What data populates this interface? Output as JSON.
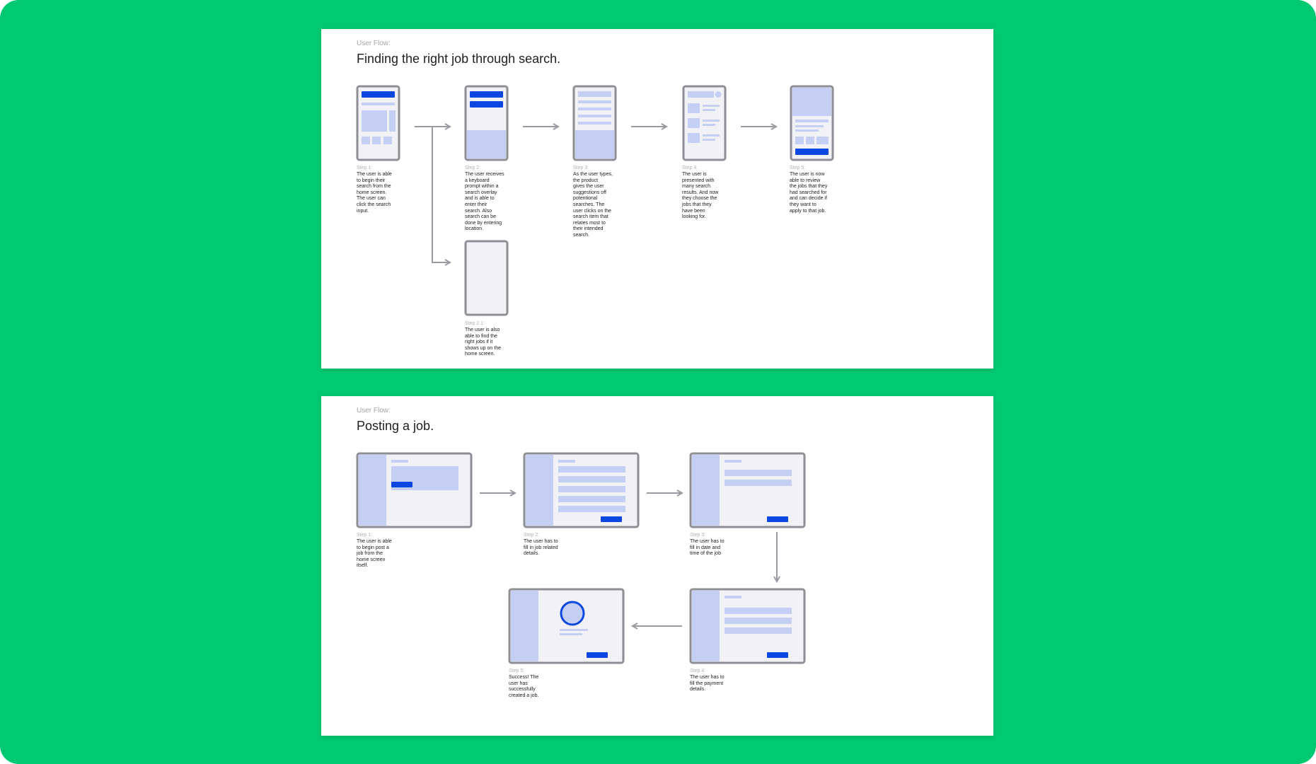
{
  "colors": {
    "background": "#00C972",
    "card": "#FFFFFF",
    "device_border": "#8E8E95",
    "device_fill": "#F2F2F6",
    "placeholder": "#C5CFF3",
    "accent": "#0B47E0",
    "arrow": "#9A9AA2"
  },
  "search_flow": {
    "eyebrow": "User Flow:",
    "title": "Finding the right job through search.",
    "steps": [
      {
        "label": "Step 1:",
        "text": "The user is able\nto begin their\nsearch from the\nhome screen.\nThe user can\nclick the search\ninput."
      },
      {
        "label": "Step 2:",
        "text": "The user receives\na keyboard\nprompt within a\nsearch overlay\nand is able to\nenter their\nsearch. Also\nsearch can be\ndone by entering\nlocation."
      },
      {
        "label": "Step 3:",
        "text": "As the user types,\nthe product\ngives the user\nsuggestions off\npotentional\nsearches. The\nuser clicks on the\nsearch item that\nrelates most to\ntheir intended\nsearch."
      },
      {
        "label": "Step 4:",
        "text": "The user is\npresented with\nmany search\nresults. And now\nthey choose the\njobs that they\nhave been\nlooking for."
      },
      {
        "label": "Step 5:",
        "text": "The user is now\nable to review\nthe jobs that they\nhad searched for\nand can decide if\nthey want to\napply to that job."
      },
      {
        "label": "Step 2.1:",
        "text": "The user is also\nable to find the\nright jobs if it\nshows up on the\nhome screen."
      }
    ]
  },
  "posting_flow": {
    "eyebrow": "User Flow:",
    "title": "Posting a job.",
    "steps": [
      {
        "label": "Step 1:",
        "text": "The user is able\nto begin post a\njob from the\nhome screen\nitself."
      },
      {
        "label": "Step 2:",
        "text": "The user has to\nfill in job related\ndetails."
      },
      {
        "label": "Step 3:",
        "text": "The user has to\nfill in date and\ntime of the job"
      },
      {
        "label": "Step 4:",
        "text": "The user has to\nfill the payment\ndetails."
      },
      {
        "label": "Step 5:",
        "text": "Success! The\nuser has\nsuccessfully\ncreated a job."
      }
    ]
  }
}
